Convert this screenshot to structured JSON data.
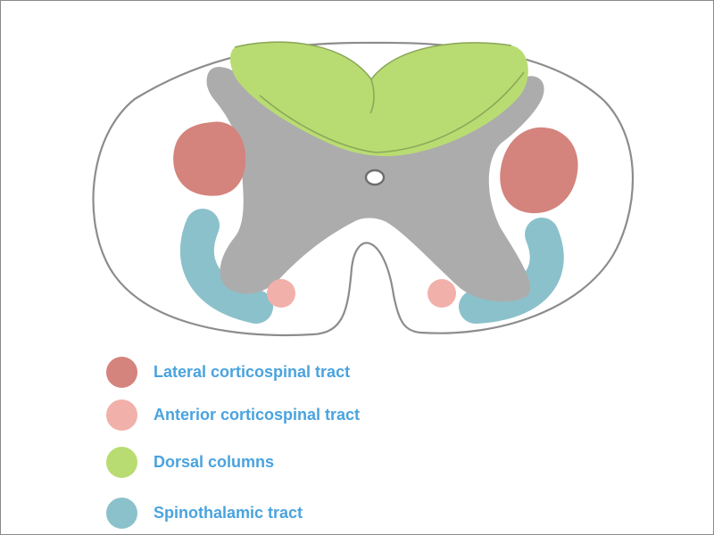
{
  "colors": {
    "lateral_corticospinal": "#d4837d",
    "anterior_corticospinal": "#f2b0aa",
    "dorsal_columns": "#b9dc72",
    "spinothalamic": "#8bc1cb",
    "gray_matter": "#acacac",
    "outline": "#8c8c8c",
    "label_text": "#4aa3df"
  },
  "legend": {
    "items": [
      {
        "label": "Lateral corticospinal tract",
        "color": "#d4837d"
      },
      {
        "label": "Anterior corticospinal tract",
        "color": "#f2b0aa"
      },
      {
        "label": "Dorsal columns",
        "color": "#b9dc72"
      },
      {
        "label": "Spinothalamic tract",
        "color": "#8bc1cb"
      }
    ]
  }
}
